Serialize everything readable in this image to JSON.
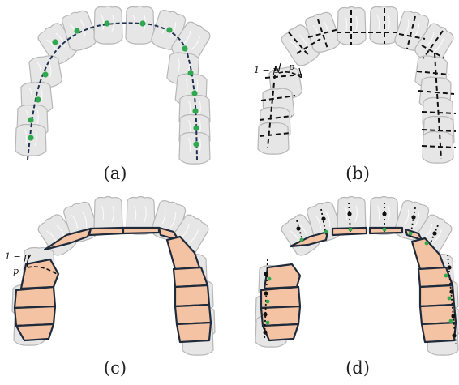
{
  "panels": [
    {
      "id": "a",
      "caption": "(a)"
    },
    {
      "id": "b",
      "caption": "(b)",
      "labels": {
        "one_minus_p": "1 − p",
        "p": "p"
      }
    },
    {
      "id": "c",
      "caption": "(c)",
      "labels": {
        "one_minus_p": "1 − p",
        "p": "p"
      }
    },
    {
      "id": "d",
      "caption": "(d)"
    }
  ],
  "colors": {
    "tooth": "#e6e6e6",
    "segment_fill": "#f3c3a4",
    "segment_outline": "#1f2a3a",
    "arch_curve": "#1f3150",
    "green_point": "#2fa84f"
  }
}
